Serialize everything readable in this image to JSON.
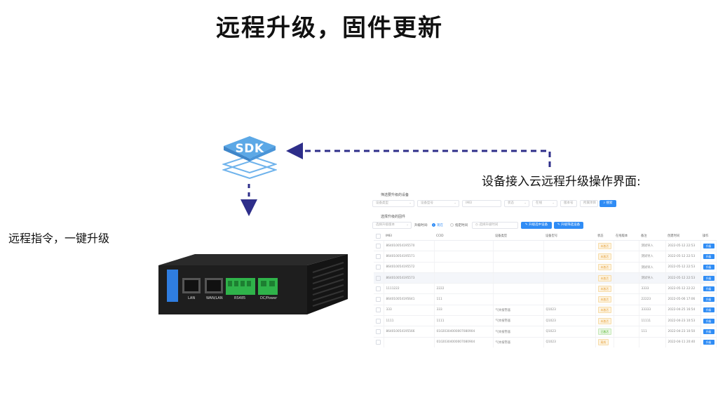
{
  "title": "远程升级，固件更新",
  "caption_right": "设备接入云远程升级操作界面:",
  "caption_left": "远程指令，一键升级",
  "sdk_label": "SDK",
  "device": {
    "ports": [
      "LAN",
      "WAN/LAN",
      "RS485",
      "DC/Power"
    ]
  },
  "colors": {
    "arrow": "#2e2e8a",
    "sdk_blue": "#5ca8e6",
    "accent": "#2f8cf5"
  },
  "panel": {
    "section1_title": "筛选要升级的设备",
    "filters": [
      {
        "placeholder": "设备类型"
      },
      {
        "placeholder": "设备型号"
      },
      {
        "placeholder": "IMEI"
      },
      {
        "placeholder": "状态"
      },
      {
        "placeholder": "在线"
      },
      {
        "placeholder": "版本号"
      },
      {
        "placeholder": "所属项目"
      }
    ],
    "search_label": "搜索",
    "section2_title": "选择升级的固件",
    "firmware_placeholder": "选择升级版本",
    "upgrade_time_label": "升级时间:",
    "radio_now": "现在",
    "radio_scheduled": "指定时间",
    "time_placeholder": "选择升级时间",
    "btn_upgrade_selected": "升级选中设备",
    "btn_upgrade_all": "升级筛选设备",
    "columns": [
      "IMEI",
      "CCID",
      "设备类型",
      "设备型号",
      "状态",
      "在线版本",
      "备注",
      "创建时间",
      "操作"
    ],
    "rows": [
      {
        "imei": "864010054195570",
        "ccid": "",
        "type": "",
        "model": "",
        "status": "未激活",
        "status_kind": "warn",
        "version": "",
        "remark": "测试导入",
        "time": "2022-05-12 22:53",
        "op": "升级"
      },
      {
        "imei": "864010054195571",
        "ccid": "",
        "type": "",
        "model": "",
        "status": "未激活",
        "status_kind": "warn",
        "version": "",
        "remark": "测试导入",
        "time": "2022-05-12 22:53",
        "op": "升级"
      },
      {
        "imei": "864010054195572",
        "ccid": "",
        "type": "",
        "model": "",
        "status": "未激活",
        "status_kind": "warn",
        "version": "",
        "remark": "测试导入",
        "time": "2022-05-12 22:53",
        "op": "升级"
      },
      {
        "imei": "864010054195573",
        "ccid": "",
        "type": "",
        "model": "",
        "status": "未激活",
        "status_kind": "warn",
        "version": "",
        "remark": "测试导入",
        "time": "2022-05-12 22:53",
        "op": "升级"
      },
      {
        "imei": "1111222",
        "ccid": "2222",
        "type": "",
        "model": "",
        "status": "未激活",
        "status_kind": "warn",
        "version": "",
        "remark": "3333",
        "time": "2022-05-12 22:22",
        "op": "升级"
      },
      {
        "imei": "864010054195641",
        "ccid": "111",
        "type": "",
        "model": "",
        "status": "未激活",
        "status_kind": "warn",
        "version": "",
        "remark": "22223",
        "time": "2022-05-06 17:06",
        "op": "升级"
      },
      {
        "imei": "333",
        "ccid": "333",
        "type": "气体报警器",
        "model": "Q1023",
        "status": "未激活",
        "status_kind": "warn",
        "version": "",
        "remark": "33333",
        "time": "2022-04-25 16:54",
        "op": "升级"
      },
      {
        "imei": "1111",
        "ccid": "1111",
        "type": "气体报警器",
        "model": "Q1023",
        "status": "未激活",
        "status_kind": "warn",
        "version": "",
        "remark": "11111",
        "time": "2022-04-23 10:53",
        "op": "升级"
      },
      {
        "imei": "864010054195566",
        "ccid": "01020304000007080904",
        "type": "气体报警器",
        "model": "Q1023",
        "status": "已激活",
        "status_kind": "ok",
        "version": "",
        "remark": "111",
        "time": "2022-04-23 10:50",
        "op": "升级"
      },
      {
        "imei": "",
        "ccid": "01020304000007080904",
        "type": "气体报警器",
        "model": "Q1023",
        "status": "离线",
        "status_kind": "warn",
        "version": "",
        "remark": "",
        "time": "2022-04-11 20:40",
        "op": "升级"
      }
    ]
  }
}
